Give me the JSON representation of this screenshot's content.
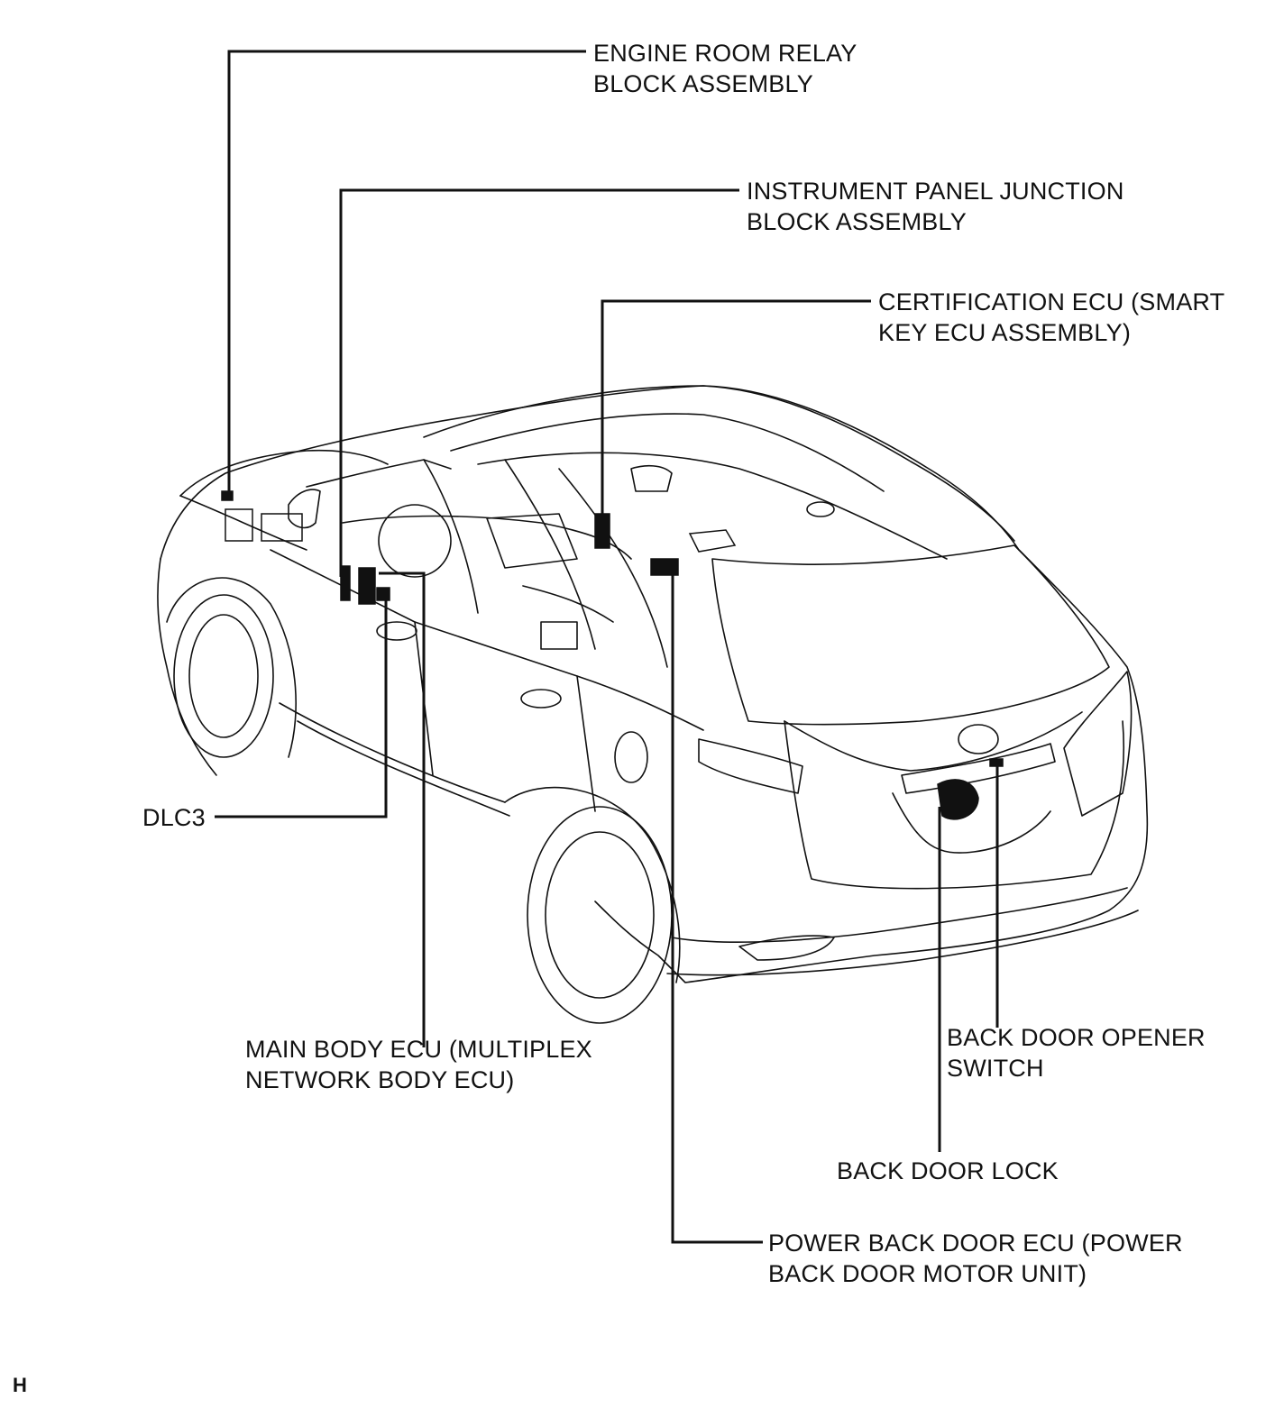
{
  "labels": {
    "engine_room_relay": [
      "ENGINE ROOM RELAY",
      "BLOCK ASSEMBLY"
    ],
    "instrument_panel_jb": [
      "INSTRUMENT PANEL JUNCTION",
      "BLOCK ASSEMBLY"
    ],
    "certification_ecu": [
      "CERTIFICATION ECU (SMART",
      "KEY ECU ASSEMBLY)"
    ],
    "dlc3": [
      "DLC3"
    ],
    "main_body_ecu": [
      "MAIN BODY ECU (MULTIPLEX",
      "NETWORK BODY ECU)"
    ],
    "back_door_opener": [
      "BACK DOOR OPENER",
      "SWITCH"
    ],
    "back_door_lock": [
      "BACK DOOR LOCK"
    ],
    "power_back_door_ecu": [
      "POWER BACK DOOR ECU (POWER",
      "BACK DOOR MOTOR UNIT)"
    ]
  },
  "corner_mark": "H"
}
